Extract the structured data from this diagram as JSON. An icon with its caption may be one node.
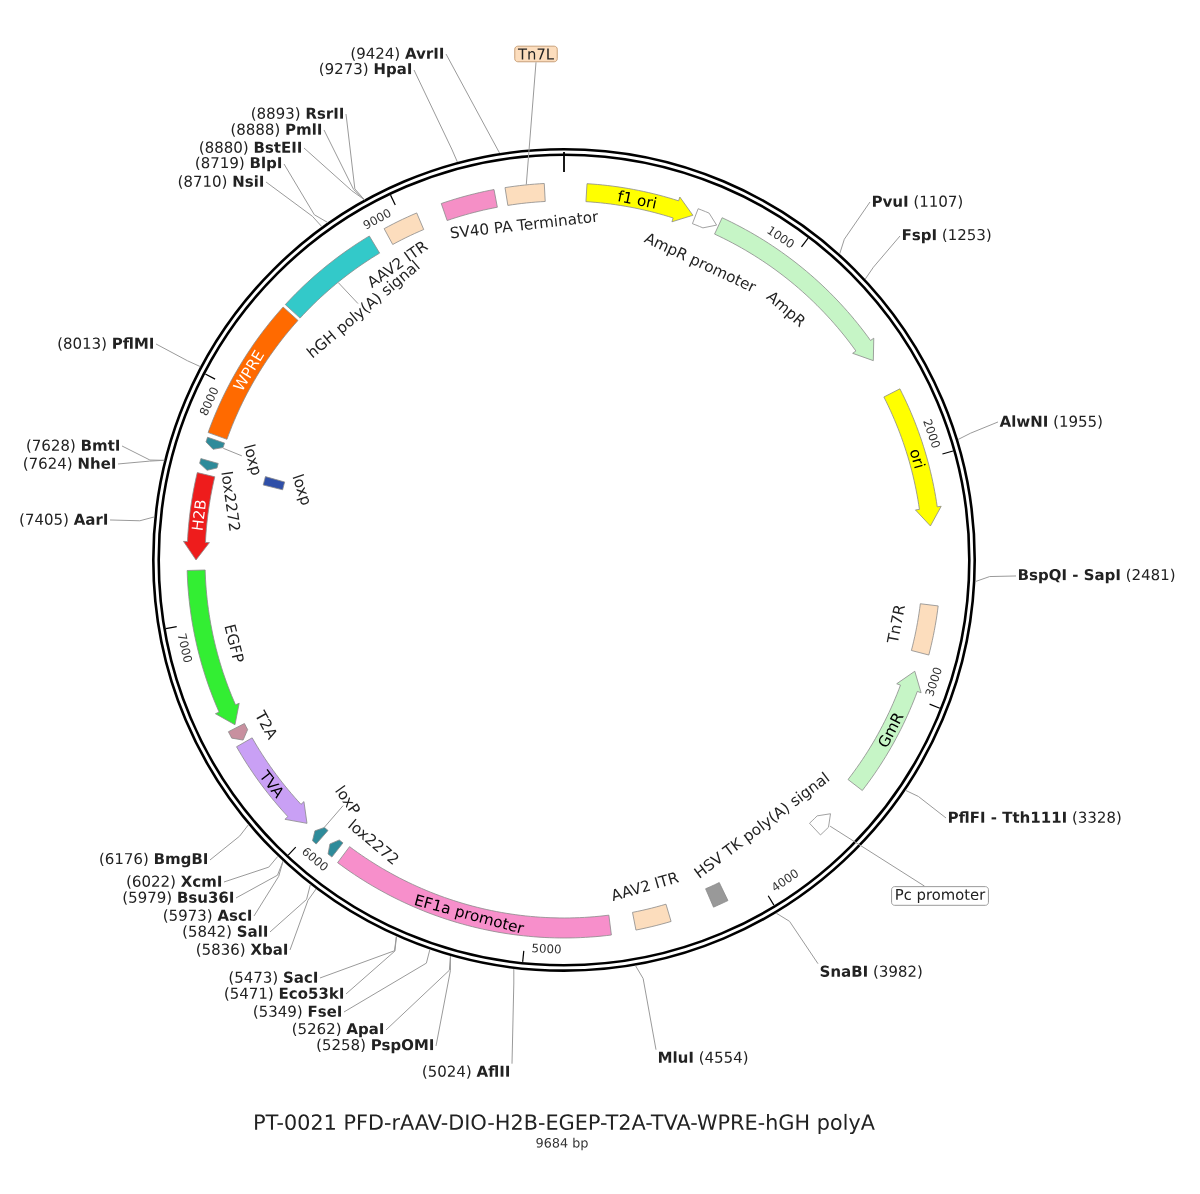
{
  "diagram": {
    "title": "PT-0021 PFD-rAAV-DIO-H2B-EGEP-T2A-TVA-WPRE-hGH polyA",
    "nodes": [
      {
        "text": [],
        "shape": "circle"
      },
      {
        "text": [
          "f1 ori"
        ],
        "in": 0
      },
      {
        "text": [
          "AmpR promoter"
        ],
        "in": 0
      },
      {
        "text": [
          "AmpR"
        ],
        "in": 0
      },
      {
        "text": [
          "ori"
        ],
        "in": 0
      },
      {
        "text": [
          "Tn7R"
        ],
        "in": 0
      },
      {
        "text": [
          "GmR"
        ],
        "in": 0
      },
      {
        "text": [],
        "shape": "arrow",
        "in": 0
      },
      {
        "text": [
          "HSV TK poly(A) signal"
        ],
        "in": 0
      },
      {
        "text": [
          "AAV2 ITR"
        ],
        "in": 0
      },
      {
        "text": [
          "EF1a promoter"
        ],
        "in": 0
      },
      {
        "text": [
          "lox2272"
        ],
        "in": 0
      },
      {
        "text": [],
        "shape": "arrow",
        "in": 0
      },
      {
        "text": [
          "TVA"
        ],
        "in": 0
      },
      {
        "text": [
          "T2A"
        ],
        "in": 0
      },
      {
        "text": [
          "EGFP"
        ],
        "in": 0
      },
      {
        "text": [
          "H2B"
        ],
        "in": 0
      },
      {
        "text": [
          "lox2272"
        ],
        "in": 0
      },
      {
        "text": [],
        "shape": "arrow",
        "in": 0
      },
      {
        "text": [
          "loxp"
        ],
        "in": 0
      },
      {
        "text": [
          "WPRE"
        ],
        "in": 0
      },
      {
        "text": [],
        "shape": "box",
        "in": 0
      },
      {
        "text": [
          "AAV2 ITR"
        ],
        "in": 0
      },
      {
        "text": [
          "SV40 PA Terminator"
        ],
        "in": 0
      },
      {
        "text": [],
        "shape": "box",
        "in": 0
      },
      {
        "text": [
          "Tn7L"
        ]
      },
      {
        "text": [
          "Pc promoter"
        ]
      },
      {
        "text": [
          "loxP"
        ],
        "in": 0
      },
      {
        "text": [
          "loxp"
        ],
        "in": 0
      },
      {
        "text": [
          "hGH poly(A) signal"
        ],
        "in": 0
      },
      {
        "text": [
          "**PvuI** (1107)"
        ]
      },
      {
        "text": [
          "**FspI** (1253)"
        ]
      },
      {
        "text": [
          "**AlwNI** (1955)"
        ]
      },
      {
        "text": [
          "**BspQI - SapI** (2481)"
        ]
      },
      {
        "text": [
          "**PflFI - Tth111I** (3328)"
        ]
      },
      {
        "text": [
          "**SnaBI** (3982)"
        ]
      },
      {
        "text": [
          "**MluI** (4554)"
        ]
      },
      {
        "text": [
          "(5024) **AflII**"
        ]
      },
      {
        "text": [
          "(5258) **PspOMI**"
        ]
      },
      {
        "text": [
          "(5262) **ApaI**"
        ]
      },
      {
        "text": [
          "(5349) **FseI**"
        ]
      },
      {
        "text": [
          "(5471) **Eco53kI**"
        ]
      },
      {
        "text": [
          "(5473) **SacI**"
        ]
      },
      {
        "text": [
          "(5836) **XbaI**"
        ]
      },
      {
        "text": [
          "(5842) **SalI**"
        ]
      },
      {
        "text": [
          "(5973) **AscI**"
        ]
      },
      {
        "text": [
          "(5979) **Bsu36I**"
        ]
      },
      {
        "text": [
          "(6022) **XcmI**"
        ]
      },
      {
        "text": [
          "(6176) **BmgBI**"
        ]
      },
      {
        "text": [
          "(7405) **AarI**"
        ]
      },
      {
        "text": [
          "(7624) **NheI**"
        ]
      },
      {
        "text": [
          "(7628) **BmtI**"
        ]
      },
      {
        "text": [
          "(8013) **PflMI**"
        ]
      },
      {
        "text": [
          "(8710) **NsiI**"
        ]
      },
      {
        "text": [
          "(8719) **BlpI**"
        ]
      },
      {
        "text": [
          "(8880) **BstEII**"
        ]
      },
      {
        "text": [
          "(8888) **PmlI**"
        ]
      },
      {
        "text": [
          "(8893) **RsrII**"
        ]
      },
      {
        "text": [
          "(9273) **HpaI**"
        ]
      },
      {
        "text": [
          "(9424) **AvrII**"
        ]
      }
    ],
    "edges": [
      {
        "from": 25,
        "to": 24,
        "arrow": "none"
      },
      {
        "from": 26,
        "to": 7,
        "arrow": "none"
      },
      {
        "from": 27,
        "to": 12,
        "arrow": "none"
      },
      {
        "from": 28,
        "to": 18,
        "arrow": "none"
      },
      {
        "from": 29,
        "to": 21,
        "arrow": "none"
      },
      {
        "from": 30,
        "to": 0,
        "arrow": "none"
      },
      {
        "from": 31,
        "to": 0,
        "arrow": "none"
      },
      {
        "from": 32,
        "to": 0,
        "arrow": "none"
      },
      {
        "from": 33,
        "to": 0,
        "arrow": "none"
      },
      {
        "from": 34,
        "to": 0,
        "arrow": "none"
      },
      {
        "from": 35,
        "to": 0,
        "arrow": "none"
      },
      {
        "from": 36,
        "to": 0,
        "arrow": "none"
      },
      {
        "from": 37,
        "to": 0,
        "arrow": "none"
      },
      {
        "from": 38,
        "to": 0,
        "arrow": "none"
      },
      {
        "from": 39,
        "to": 0,
        "arrow": "none"
      },
      {
        "from": 40,
        "to": 0,
        "arrow": "none"
      },
      {
        "from": 41,
        "to": 0,
        "arrow": "none"
      },
      {
        "from": 42,
        "to": 0,
        "arrow": "none"
      },
      {
        "from": 43,
        "to": 0,
        "arrow": "none"
      },
      {
        "from": 44,
        "to": 0,
        "arrow": "none"
      },
      {
        "from": 45,
        "to": 0,
        "arrow": "none"
      },
      {
        "from": 46,
        "to": 0,
        "arrow": "none"
      },
      {
        "from": 47,
        "to": 0,
        "arrow": "none"
      },
      {
        "from": 48,
        "to": 0,
        "arrow": "none"
      },
      {
        "from": 49,
        "to": 0,
        "arrow": "none"
      },
      {
        "from": 50,
        "to": 0,
        "arrow": "none"
      },
      {
        "from": 51,
        "to": 0,
        "arrow": "none"
      },
      {
        "from": 52,
        "to": 0,
        "arrow": "none"
      },
      {
        "from": 53,
        "to": 0,
        "arrow": "none"
      },
      {
        "from": 54,
        "to": 0,
        "arrow": "none"
      },
      {
        "from": 55,
        "to": 0,
        "arrow": "none"
      },
      {
        "from": 56,
        "to": 0,
        "arrow": "none"
      },
      {
        "from": 57,
        "to": 0,
        "arrow": "none"
      },
      {
        "from": 58,
        "to": 0,
        "arrow": "none"
      },
      {
        "from": 59,
        "to": 0,
        "arrow": "none"
      }
    ],
    "labels": [
      "1000",
      "2000",
      "3000",
      "4000",
      "5000",
      "6000",
      "7000",
      "8000",
      "9000",
      "9684 bp"
    ]
  }
}
